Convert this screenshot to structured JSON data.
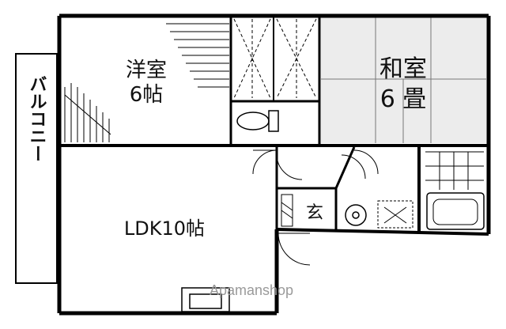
{
  "rooms": {
    "western_room": {
      "line1": "洋室",
      "line2": "6帖"
    },
    "japanese_room": {
      "line1": "和室",
      "line2": "6 畳"
    },
    "ldk": {
      "label": "LDK10帖"
    },
    "balcony": {
      "label": "バルコニー"
    },
    "entrance": {
      "label": "玄"
    }
  },
  "watermark": {
    "text": "Apamanshop"
  },
  "colors": {
    "wall": "#000000",
    "tatami": "#ececec",
    "background": "#ffffff",
    "watermark": "#9a9a9a"
  }
}
